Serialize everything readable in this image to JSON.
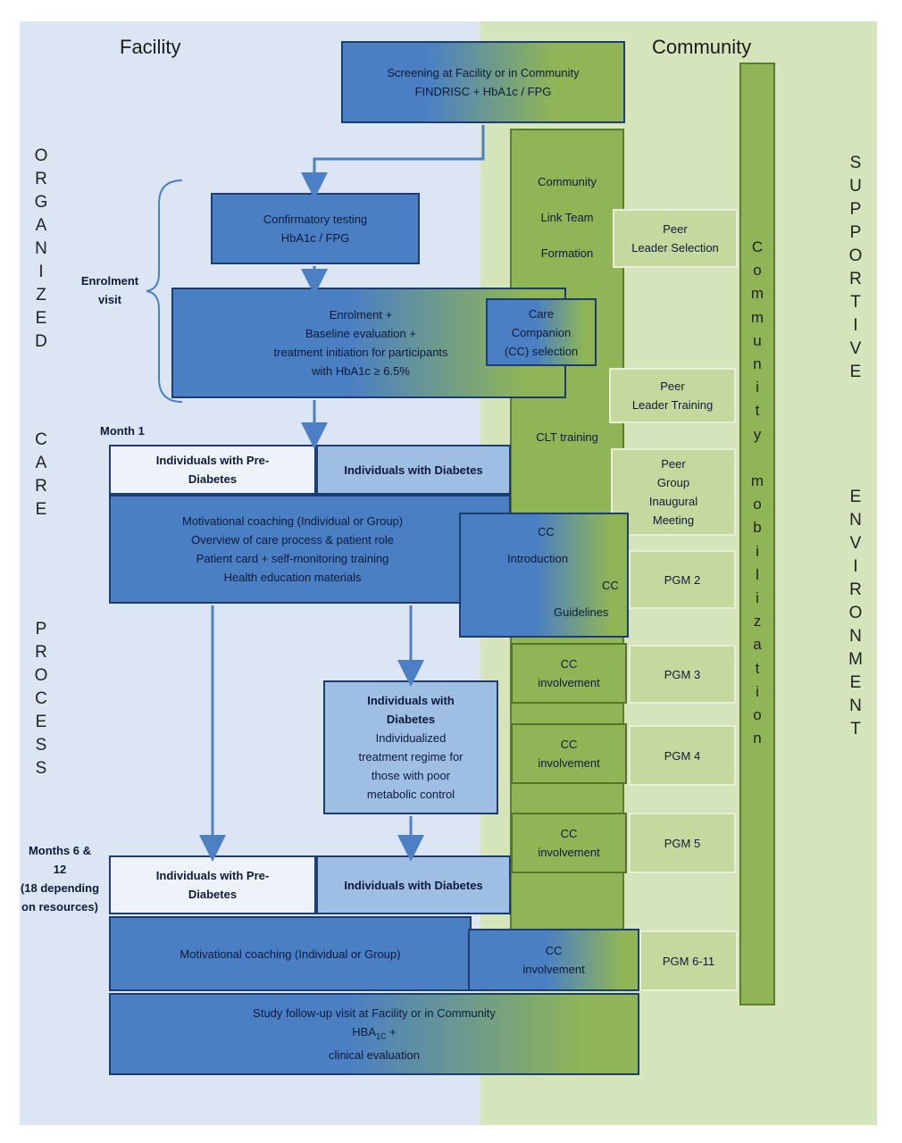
{
  "headers": {
    "facility": "Facility",
    "community": "Community"
  },
  "side_labels": {
    "organized": [
      "O",
      "R",
      "G",
      "A",
      "N",
      "I",
      "Z",
      "E",
      "D"
    ],
    "care": [
      "C",
      "A",
      "R",
      "E"
    ],
    "process": [
      "P",
      "R",
      "O",
      "C",
      "E",
      "S",
      "S"
    ],
    "supportive": [
      "S",
      "U",
      "P",
      "P",
      "O",
      "R",
      "T",
      "I",
      "V",
      "E"
    ],
    "environment": [
      "E",
      "N",
      "V",
      "I",
      "R",
      "O",
      "N",
      "M",
      "E",
      "N",
      "T"
    ],
    "mobilization": [
      "C",
      "o",
      "m",
      "m",
      "u",
      "n",
      "i",
      "t",
      "y",
      "",
      "m",
      "o",
      "b",
      "i",
      "l",
      "i",
      "z",
      "a",
      "t",
      "i",
      "o",
      "n"
    ]
  },
  "labels": {
    "enrolment_visit": [
      "Enrolment",
      "visit"
    ],
    "month1": "Month 1",
    "months6_12": [
      "Months 6 &",
      "12",
      "(18 depending",
      "on resources)"
    ]
  },
  "boxes": {
    "screening": [
      "Screening at Facility or in Community",
      "FINDRISC + HbA1c / FPG"
    ],
    "confirmatory": [
      "Confirmatory testing",
      "HbA1c / FPG"
    ],
    "enrolment": [
      "Enrolment +",
      "Baseline evaluation +",
      "treatment initiation for participants",
      "with HbA1c ≥ 6.5%"
    ],
    "care_companion": [
      "Care",
      "Companion",
      "(CC) selection"
    ],
    "pre_diabetes_1": [
      "Individuals with Pre-",
      "Diabetes"
    ],
    "diabetes_1": "Individuals with Diabetes",
    "coaching_1": [
      "Motivational coaching (Individual or Group)",
      "Overview of care process & patient role",
      "Patient card + self-monitoring training",
      "Health education materials"
    ],
    "cc_intro": {
      "cc": "CC",
      "introduction": "Introduction",
      "cc2": "CC",
      "guidelines": "Guidelines"
    },
    "diabetes_mid_title": [
      "Individuals with",
      "Diabetes"
    ],
    "diabetes_mid_body": [
      "Individualized",
      "treatment regime for",
      "those with poor",
      "metabolic control"
    ],
    "pre_diabetes_2": [
      "Individuals with Pre-",
      "Diabetes"
    ],
    "diabetes_2": "Individuals with Diabetes",
    "coaching_2": "Motivational coaching (Individual or Group)",
    "cc_involvement_final": [
      "CC",
      "involvement"
    ],
    "followup": {
      "line1": "Study follow-up visit at Facility or in Community",
      "hba": "HBA",
      "sub": "1C",
      "plus": " +",
      "line3": "clinical evaluation"
    }
  },
  "community": {
    "clt": [
      "Community",
      "Link  Team",
      "Formation"
    ],
    "clt_training": "CLT training",
    "peer_selection": [
      "Peer",
      "Leader Selection"
    ],
    "peer_training": [
      "Peer",
      "Leader Training"
    ],
    "peer_group": [
      "Peer",
      "Group",
      "Inaugural",
      "Meeting"
    ],
    "pgm2": "PGM 2",
    "pgm3": "PGM 3",
    "pgm4": "PGM 4",
    "pgm5": "PGM 5",
    "pgm6_11": "PGM 6-11",
    "cc_involvement_3": [
      "CC",
      "involvement"
    ],
    "cc_involvement_4": [
      "CC",
      "involvement"
    ],
    "cc_involvement_5": [
      "CC",
      "involvement"
    ]
  },
  "colors": {
    "facility_bg": "#dbe5f3",
    "community_bg": "#d6e4bc",
    "blue": "#4a7fc4",
    "green": "#8fb556",
    "arrow": "#4d7fc4"
  }
}
